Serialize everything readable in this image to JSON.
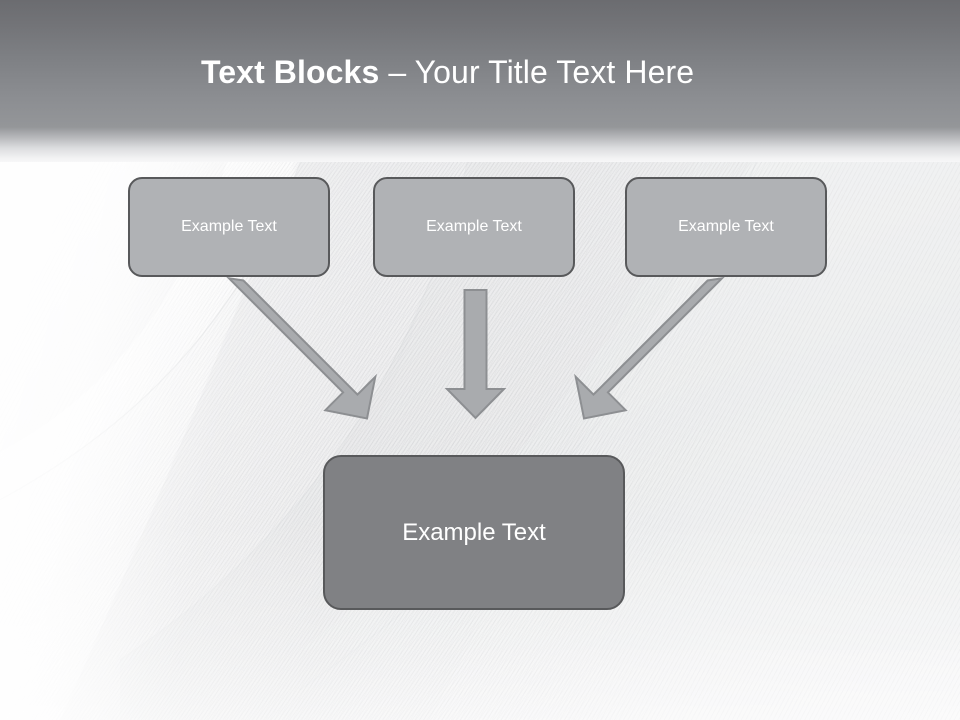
{
  "slide": {
    "title": {
      "bold_part": "Text Blocks",
      "regular_part": " – Your Title Text Here",
      "full": "Text Blocks – Your Title Text Here"
    },
    "theme": {
      "header_gradient_top": "#6b6c70",
      "header_gradient_bottom": "#949699",
      "title_color": "#ffffff",
      "top_box_fill": "#b0b2b5",
      "bottom_box_fill": "#808184",
      "box_border": "#58595b",
      "arrow_fill": "#a9abae",
      "arrow_stroke": "#8d8f92",
      "background": "#f2f2f3"
    },
    "top_boxes": [
      {
        "label": "Example Text"
      },
      {
        "label": "Example Text"
      },
      {
        "label": "Example Text"
      }
    ],
    "bottom_box": {
      "label": "Example Text"
    },
    "arrows": [
      {
        "name": "arrow-left-diagonal",
        "direction": "down-right"
      },
      {
        "name": "arrow-middle-vertical",
        "direction": "down"
      },
      {
        "name": "arrow-right-diagonal",
        "direction": "down-left"
      }
    ]
  }
}
